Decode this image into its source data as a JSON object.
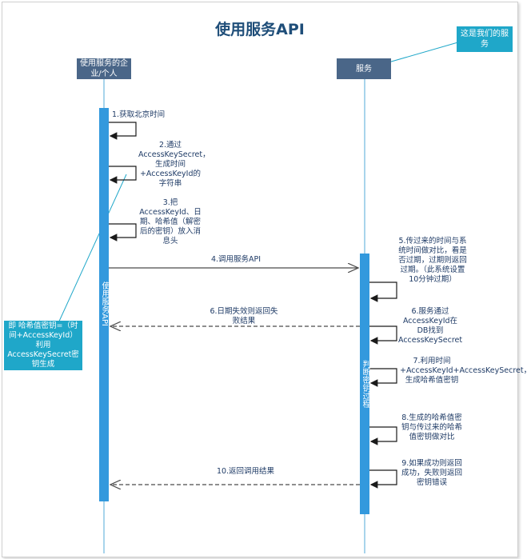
{
  "title": "使用服务API",
  "participants": {
    "client": "使用服务的企业/个人",
    "service": "服务"
  },
  "notes": {
    "service_note": "这是我们的服务",
    "key_note": "即 哈希值密钥=（时间+AccessKeyId）利用AccessKeySecret密钥生成"
  },
  "activations": {
    "client": "使用服务API",
    "service": "判断密钥过程"
  },
  "messages": [
    "1.获取北京时间",
    "2.通过AccessKeySecret，生成时间+AccessKeyId的字符串",
    "3.把AccessKeyId、日期、哈希值（解密后的密钥）放入消息头",
    "4.调用服务API",
    "5.传过来的时间与系统时间做对比，看是否过期，过期则返回过期。（此系统设置10分钟过期）",
    "6.日期失效则返回失败结果",
    "6.服务通过AccessKeyId在DB找到AccessKeySecret",
    "7.利用时间+AccessKeyId+AccessKeySecret，生成哈希值密钥",
    "8.生成的哈希值密钥与传过来的哈希值密钥做对比",
    "9.如果成功则返回成功，失败则返回密钥错误",
    "10.返回调用结果"
  ]
}
